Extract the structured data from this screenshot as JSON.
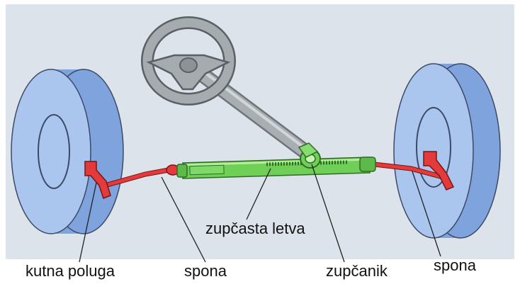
{
  "labels": {
    "kutna_poluga": "kutna poluga",
    "spona_left": "spona",
    "zupcasta_letva": "zupčasta letva",
    "zupcanik": "zupčanik",
    "spona_right": "spona"
  },
  "colors": {
    "background": "#ffffff",
    "panel": "#dde3ea",
    "tire": "#aac6ee",
    "tire_side": "#7fa3dc",
    "steering_gray": "#a3a8ad",
    "rack_green": "#6fcf57",
    "tie_rod_red": "#e33b3b",
    "leader_line": "#222222"
  }
}
